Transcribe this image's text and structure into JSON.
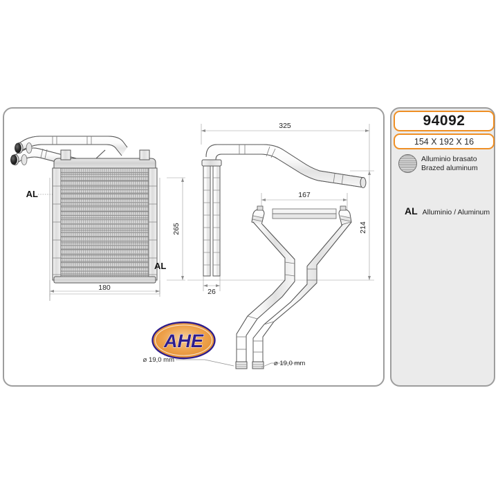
{
  "product": {
    "part_number": "94092",
    "size": "154 X 192 X 16",
    "material_icon": "brazed-aluminum-hatched-circle",
    "material_it": "Alluminio brasato",
    "material_en": "Brazed aluminum",
    "al_code": "AL",
    "al_text": "Alluminio  / Aluminum"
  },
  "brand": {
    "logo_text": "AHE",
    "logo_fill": "#eda14b",
    "logo_text_color": "#2e1d8c"
  },
  "colors": {
    "accent_orange": "#ef8f24",
    "panel_border": "#9d9d9d",
    "panel_bg": "#ebebeb",
    "line": "#585858"
  },
  "front_view": {
    "label_al_left": "AL",
    "label_al_right": "AL",
    "dim_width": "180",
    "dim_height": "265"
  },
  "side_view": {
    "dim_overall_length": "325",
    "dim_pipe_spacing": "167",
    "dim_height": "214",
    "dim_depth": "26",
    "pipe_diameter_left": "⌀ 19,0 mm",
    "pipe_diameter_right": "⌀ 19,0 mm"
  }
}
